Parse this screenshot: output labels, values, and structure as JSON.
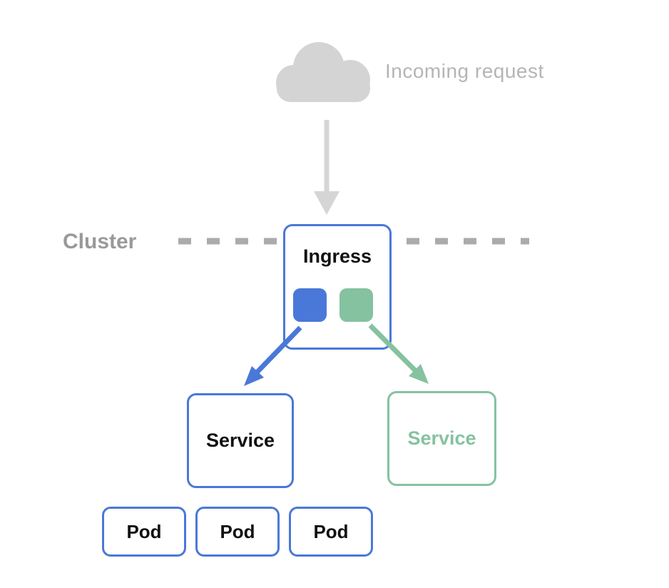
{
  "diagram": {
    "incoming": {
      "icon": "cloud-icon",
      "label": "Incoming request",
      "arrow_icon": "arrow-down-icon",
      "arrow_color": "#d5d5d5",
      "label_color": "#b5b5b5"
    },
    "cluster": {
      "label": "Cluster",
      "label_color": "#999999",
      "boundary_style": "dashed",
      "boundary_color": "#ababab"
    },
    "ingress": {
      "label": "Ingress",
      "border_color": "#4a78d8",
      "backends": [
        {
          "name": "blue-backend-chip",
          "color": "#4a78d8"
        },
        {
          "name": "green-backend-chip",
          "color": "#85c2a0"
        }
      ]
    },
    "services": [
      {
        "label": "Service",
        "border_color": "#4a78d8",
        "text_color": "#111111"
      },
      {
        "label": "Service",
        "border_color": "#85c2a0",
        "text_color": "#85c2a0"
      }
    ],
    "pods": [
      {
        "label": "Pod",
        "border_color": "#4a78d8"
      },
      {
        "label": "Pod",
        "border_color": "#4a78d8"
      },
      {
        "label": "Pod",
        "border_color": "#4a78d8"
      }
    ],
    "edges": [
      {
        "from": "incoming-request",
        "to": "ingress",
        "color": "#d5d5d5",
        "icon": "arrow-down-icon"
      },
      {
        "from": "ingress",
        "to": "service-blue",
        "color": "#4a78d8",
        "icon": "arrow-down-left-icon"
      },
      {
        "from": "ingress",
        "to": "service-green",
        "color": "#85c2a0",
        "icon": "arrow-down-right-icon"
      }
    ]
  },
  "colors": {
    "blue": "#4a78d8",
    "green": "#85c2a0",
    "cloud_gray": "#d4d4d4",
    "incoming_text_gray": "#b5b5b5",
    "cluster_text_gray": "#999999",
    "dash_gray": "#ababab",
    "text_black": "#111111",
    "background": "#ffffff"
  }
}
